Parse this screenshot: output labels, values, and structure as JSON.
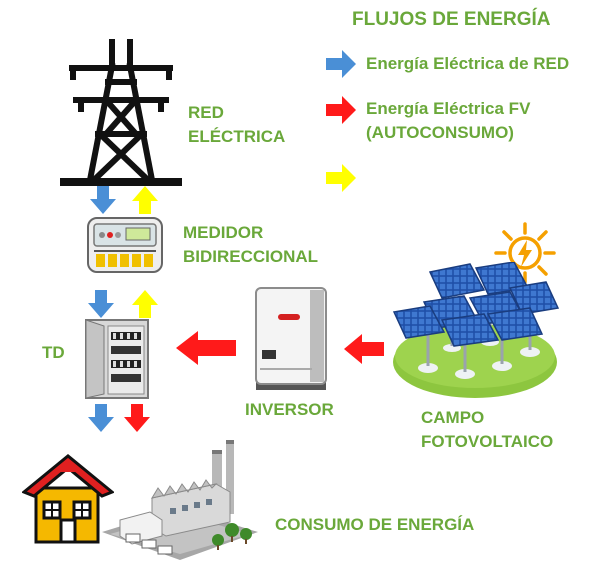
{
  "legend": {
    "title": "FLUJOS DE ENERGÍA",
    "items": [
      {
        "label": "Energía Eléctrica de RED",
        "color": "#4a8fd6"
      },
      {
        "label": "Energía Eléctrica FV (AUTOCONSUMO)",
        "line1": "Energía Eléctrica FV",
        "line2": "(AUTOCONSUMO)",
        "color": "#ff1a1a"
      },
      {
        "label": "",
        "color": "#ffff00"
      }
    ]
  },
  "nodes": {
    "red": {
      "line1": "RED",
      "line2": "ELÉCTRICA"
    },
    "medidor": {
      "line1": "MEDIDOR",
      "line2": "BIDIRECCIONAL"
    },
    "td": {
      "label": "TD"
    },
    "inversor": {
      "label": "INVERSOR"
    },
    "campo": {
      "line1": "CAMPO",
      "line2": "FOTOVOLTAICO"
    },
    "consumo": {
      "label": "CONSUMO DE ENERGÍA"
    }
  },
  "colors": {
    "label_green": "#6aa83a",
    "grid_blue": "#4a8fd6",
    "pv_red": "#ff1a1a",
    "export_yellow": "#ffff00"
  }
}
